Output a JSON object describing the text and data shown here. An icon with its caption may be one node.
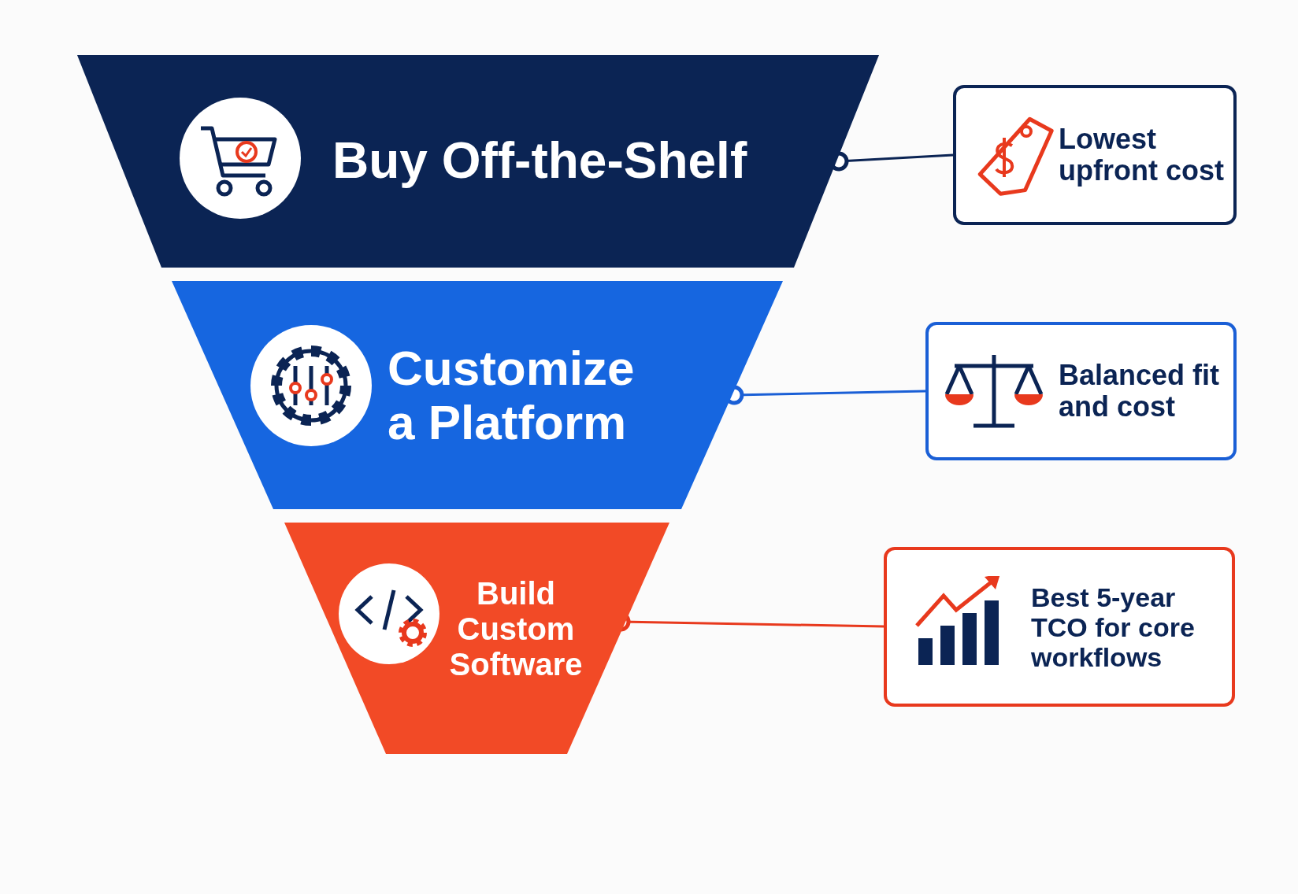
{
  "diagram": {
    "nodes": [
      {
        "text": [
          "Buy Off-the-Shelf"
        ]
      },
      {
        "text": [
          "Customize a Platform"
        ]
      },
      {
        "text": [
          "Build Custom Software"
        ]
      },
      {
        "text": [
          "Lowest upfront cost"
        ]
      },
      {
        "text": [
          "Balanced fit and cost"
        ]
      },
      {
        "text": [
          "Best 5-year TCO for core workflows"
        ]
      }
    ],
    "edges": [
      {
        "from": 0,
        "to": 3,
        "arrow": "other",
        "color": "#0b2454"
      },
      {
        "from": 1,
        "to": 4,
        "arrow": "other",
        "color": "#1a5fd6"
      },
      {
        "from": 2,
        "to": 5,
        "arrow": "other",
        "color": "#e8391d"
      }
    ]
  }
}
